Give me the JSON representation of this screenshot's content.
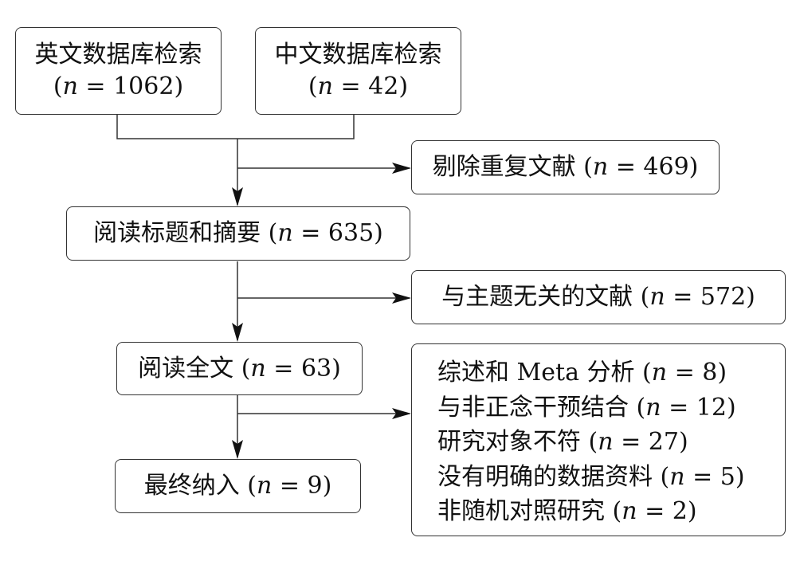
{
  "top_boxes": [
    {
      "title": "英文数据库检索",
      "count": "(n = 1062)"
    },
    {
      "title": "中文数据库检索",
      "count": "(n = 42)"
    }
  ],
  "excluded_duplicates": "剔除重复文献 (n = 469)",
  "screen_titles": "阅读标题和摘要 (n = 635)",
  "excluded_irrelevant": "与主题无关的文献 (n = 572)",
  "full_text": "阅读全文 (n = 63)",
  "excluded_full_text": [
    "综述和 Meta 分析 (n = 8)",
    "与非正念干预结合 (n = 12)",
    "研究对象不符 (n = 27)",
    "没有明确的数据资料 (n = 5)",
    "非随机对照研究 (n = 2)"
  ],
  "included": "最终纳入 (n = 9)"
}
